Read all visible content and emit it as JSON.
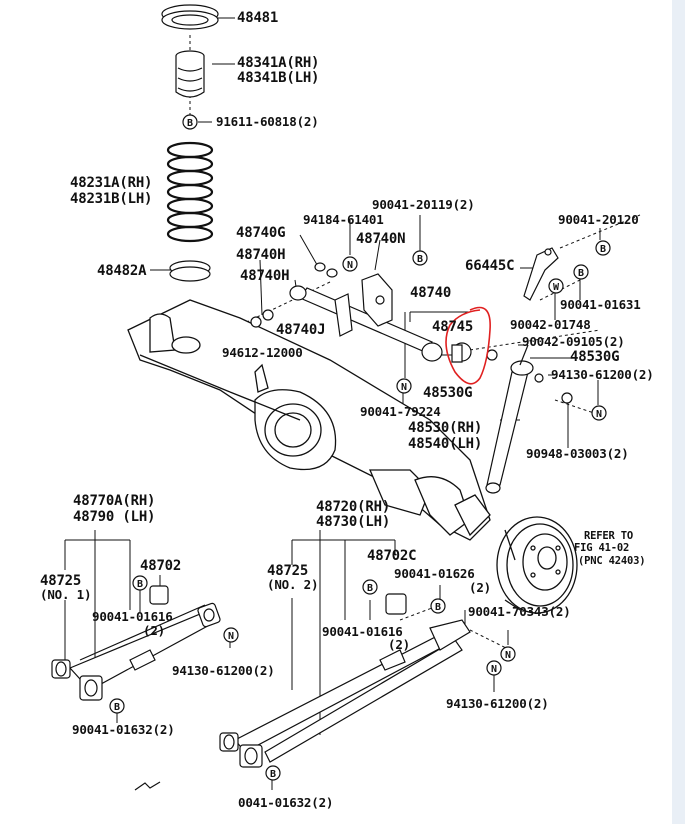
{
  "labels": {
    "p48481": "48481",
    "p48341a": "48341A(RH)",
    "p48341b": "48341B(LH)",
    "p91611": "91611-60818(2)",
    "p48231a": "48231A(RH)",
    "p48231b": "48231B(LH)",
    "p48482a": "48482A",
    "p48740g": "48740G",
    "p94184": "94184-61401",
    "p90041_20119": "90041-20119(2)",
    "p48740n": "48740N",
    "p90041_20120": "90041-20120",
    "p48740h_1": "48740H",
    "p66445c": "66445C",
    "p48740h_2": "48740H",
    "p48740": "48740",
    "p90041_01631": "90041-01631",
    "p48745": "48745",
    "p48740j": "48740J",
    "p90042_01748": "90042-01748",
    "p94612": "94612-12000",
    "p90042_09105": "90042-09105(2)",
    "p48530g_1": "48530G",
    "p48530g_2": "48530G",
    "p94130_a": "94130-61200(2)",
    "p90041_79224": "90041-79224",
    "p48530": "48530(RH)",
    "p48540": "48540(LH)",
    "p90948": "90948-03003(2)",
    "p48770a": "48770A(RH)",
    "p48790": "48790  (LH)",
    "p48720": "48720(RH)",
    "p48730": "48730(LH)",
    "refer1": "REFER TO",
    "refer2": "FIG 41-02",
    "refer3": "(PNC 42403)",
    "p48702": "48702",
    "p48725a_1": "48725",
    "p48725a_2": "(NO. 1)",
    "p90041_01616a_1": "90041-01616",
    "p90041_01616a_2": "(2)",
    "p94130_b": "94130-61200(2)",
    "p90041_01632a": "90041-01632(2)",
    "p48702c": "48702C",
    "p48725b_1": "48725",
    "p48725b_2": "(NO. 2)",
    "p90041_01626_1": "90041-01626",
    "p90041_01626_2": "(2)",
    "p90041_70343": "90041-70343(2)",
    "p90041_01616b_1": "90041-01616",
    "p90041_01616b_2": "(2)",
    "p94130_c": "94130-61200(2)",
    "p90041_01632b": "0041-01632(2)"
  },
  "markers": {
    "b": "B",
    "n": "N",
    "w": "W"
  },
  "highlight_color": "#e02020"
}
